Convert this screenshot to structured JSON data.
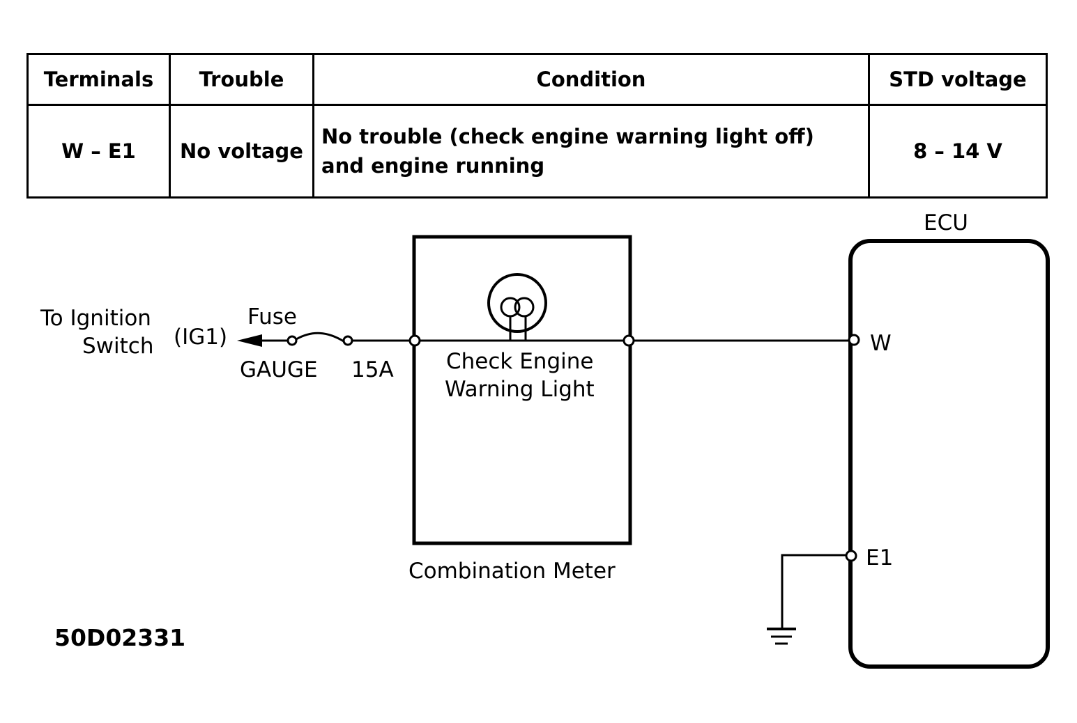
{
  "table": {
    "headers": [
      "Terminals",
      "Trouble",
      "Condition",
      "STD voltage"
    ],
    "row": {
      "terminals": "W – E1",
      "trouble": "No voltage",
      "condition_line1": "No trouble (check engine warning light off)",
      "condition_line2": "and engine running",
      "std_voltage": "8 – 14 V"
    }
  },
  "diagram": {
    "ignition_line1": "To Ignition",
    "ignition_line2": "Switch",
    "ig1": "(IG1)",
    "fuse_label": "Fuse",
    "fuse_name": "GAUGE",
    "fuse_rating": "15A",
    "light_line1": "Check Engine",
    "light_line2": "Warning Light",
    "meter_label": "Combination Meter",
    "ecu_label": "ECU",
    "terminal_w": "W",
    "terminal_e1": "E1",
    "figure_code": "50D02331"
  }
}
